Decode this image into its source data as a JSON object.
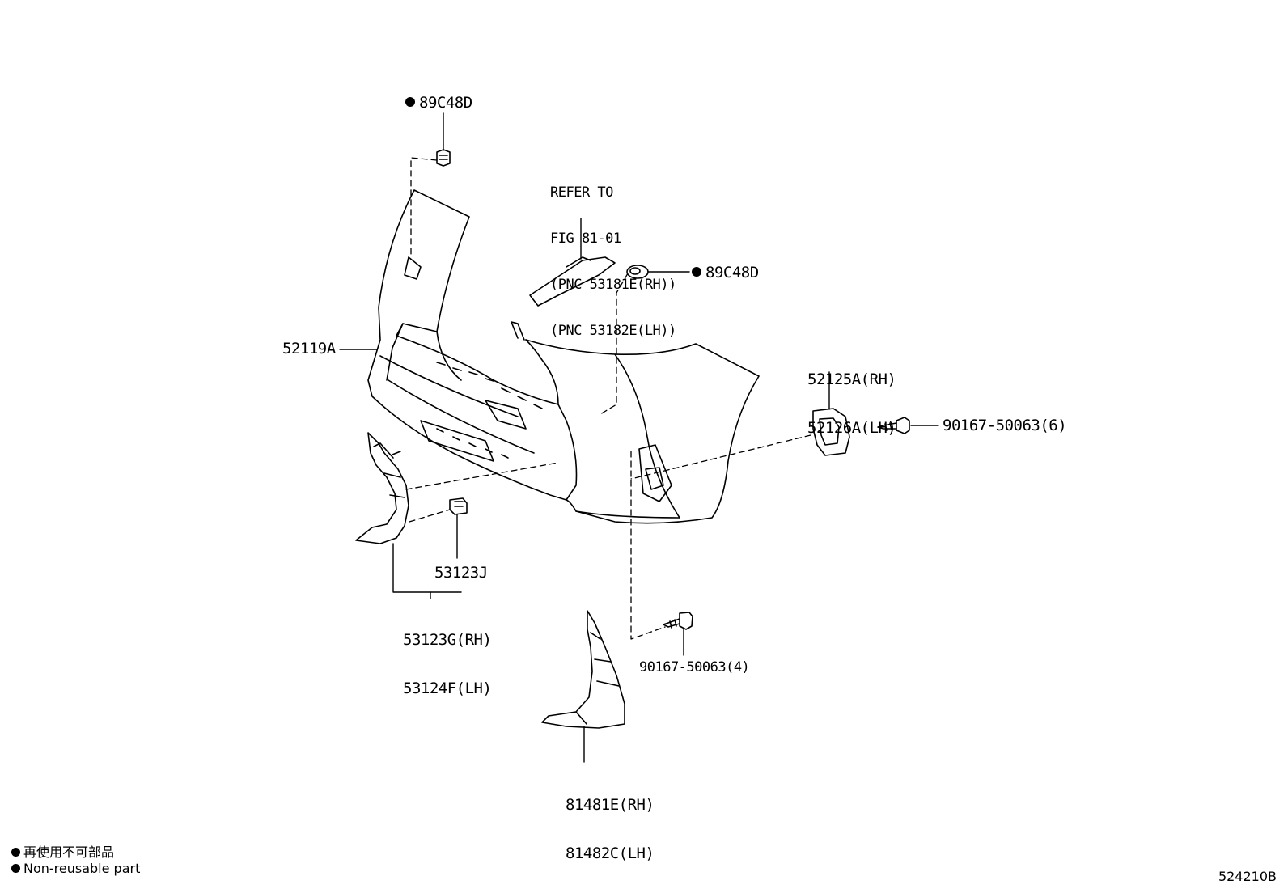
{
  "diagram": {
    "callouts": {
      "clip_top": "89C48D",
      "clip_right": "89C48D",
      "refer_line1": "REFER TO",
      "refer_line2": "FIG 81-01",
      "refer_line3": "(PNC 53181E(RH))",
      "refer_line4": "(PNC 53182E(LH))",
      "bumper_cover": "52119A",
      "retainer_rh": "52125A(RH)",
      "retainer_lh": "52126A(LH)",
      "screw_6": "90167-50063(6)",
      "clip_53123j": "53123J",
      "bracket_rh": "53123G(RH)",
      "bracket_lh": "53124F(LH)",
      "screw_4": "90167-50063(4)",
      "moulding_rh": "81481E(RH)",
      "moulding_lh": "81482C(LH)"
    },
    "legend": {
      "line_ja": "再使用不可部品",
      "line_en": "Non-reusable part"
    },
    "figure_number": "524210B"
  }
}
